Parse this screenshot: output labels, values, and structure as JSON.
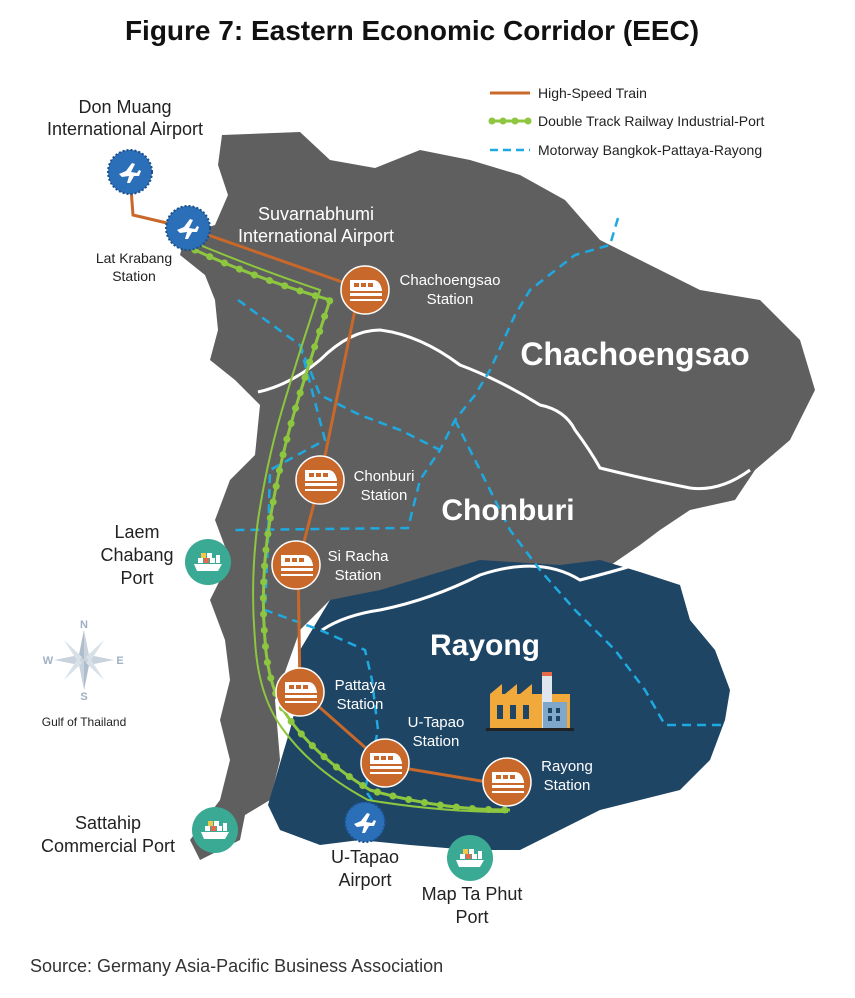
{
  "title": "Figure 7: Eastern Economic Corridor (EEC)",
  "source": "Source: Germany Asia-Pacific Business Association",
  "legend": [
    {
      "label": "High-Speed Train",
      "color": "#c8682a",
      "style": "solid"
    },
    {
      "label": "Double Track Railway Industrial-Port",
      "color": "#8dc63f",
      "style": "dotted"
    },
    {
      "label": "Motorway Bangkok-Pattaya-Rayong",
      "color": "#1fa9e1",
      "style": "dashed"
    }
  ],
  "provinces": {
    "chachoengsao": "Chachoengsao",
    "chonburi": "Chonburi",
    "rayong": "Rayong"
  },
  "airports": {
    "don_muang": [
      "Don Muang",
      "International Airport"
    ],
    "suvarnabhumi": [
      "Suvarnabhumi",
      "International Airport"
    ],
    "u_tapao": [
      "U-Tapao",
      "Airport"
    ]
  },
  "stations": {
    "lat_krabang": [
      "Lat Krabang",
      "Station"
    ],
    "chachoengsao": [
      "Chachoengsao",
      "Station"
    ],
    "chonburi": [
      "Chonburi",
      "Station"
    ],
    "si_racha": [
      "Si Racha",
      "Station"
    ],
    "pattaya": [
      "Pattaya",
      "Station"
    ],
    "u_tapao": [
      "U-Tapao",
      "Station"
    ],
    "rayong": [
      "Rayong",
      "Station"
    ]
  },
  "ports": {
    "laem_chabang": [
      "Laem",
      "Chabang",
      "Port"
    ],
    "sattahip": [
      "Sattahip",
      "Commercial Port"
    ],
    "map_ta_phut": [
      "Map Ta Phut",
      "Port"
    ]
  },
  "compass": {
    "n": "N",
    "s": "S",
    "e": "E",
    "w": "W"
  },
  "sea_label": "Gulf of Thailand",
  "colors": {
    "land": "#5f5f5f",
    "rayong": "#1f4565",
    "train": "#c8682a",
    "railway": "#8dc63f",
    "motorway": "#1fa9e1",
    "airport": "#2a6fb8",
    "port": "#3aaa94"
  }
}
